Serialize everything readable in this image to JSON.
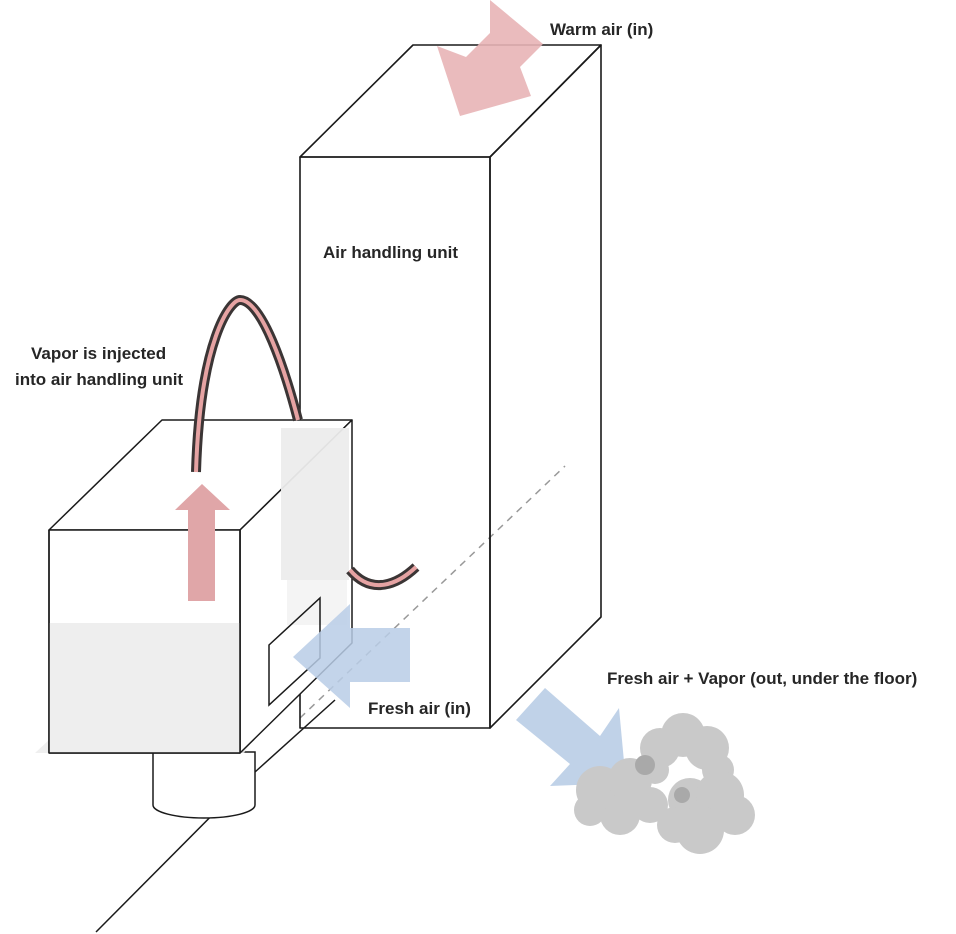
{
  "labels": {
    "warm_air": "Warm air (in)",
    "air_handling_unit": "Air handling unit",
    "vapor_line1": "Vapor is injected",
    "vapor_line2": "into air handling unit",
    "fresh_air_in": "Fresh air (in)",
    "fresh_air_out": "Fresh air + Vapor (out, under the floor)"
  },
  "colors": {
    "outline": "#1a1a1a",
    "warm_arrow": "#e8b4b6",
    "vapor_arrow": "#e0a6a8",
    "fresh_arrow": "#b9cde6",
    "hose_outer": "#3b3535",
    "hose_inner": "#e6a3a3",
    "cloud": "#c9c9c9",
    "panel": "#ececec"
  }
}
